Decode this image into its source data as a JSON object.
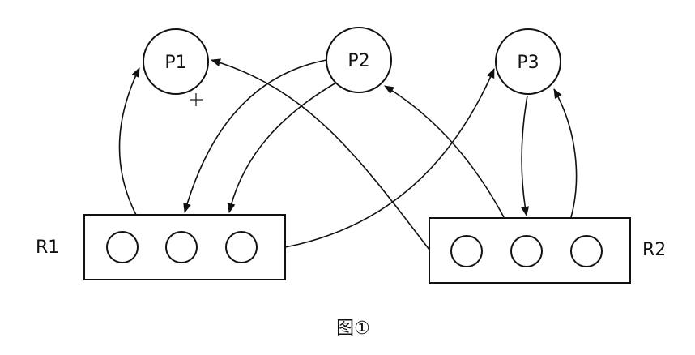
{
  "processes": [
    {
      "id": "P1",
      "label": "P1"
    },
    {
      "id": "P2",
      "label": "P2"
    },
    {
      "id": "P3",
      "label": "P3"
    }
  ],
  "resources": [
    {
      "id": "R1",
      "label": "R1",
      "instances": 3
    },
    {
      "id": "R2",
      "label": "R2",
      "instances": 3
    }
  ],
  "edges": [
    {
      "from": "R1",
      "to": "P1",
      "kind": "assignment"
    },
    {
      "from": "P2",
      "to": "R1",
      "kind": "request"
    },
    {
      "from": "P2",
      "to": "R1",
      "kind": "request"
    },
    {
      "from": "R1",
      "to": "P3",
      "kind": "assignment"
    },
    {
      "from": "R2",
      "to": "P1",
      "kind": "assignment"
    },
    {
      "from": "R2",
      "to": "P2",
      "kind": "assignment"
    },
    {
      "from": "P3",
      "to": "R2",
      "kind": "request"
    },
    {
      "from": "R2",
      "to": "P3",
      "kind": "assignment"
    }
  ],
  "caption": "图①",
  "colors": {
    "stroke": "#111111",
    "background": "#ffffff"
  }
}
